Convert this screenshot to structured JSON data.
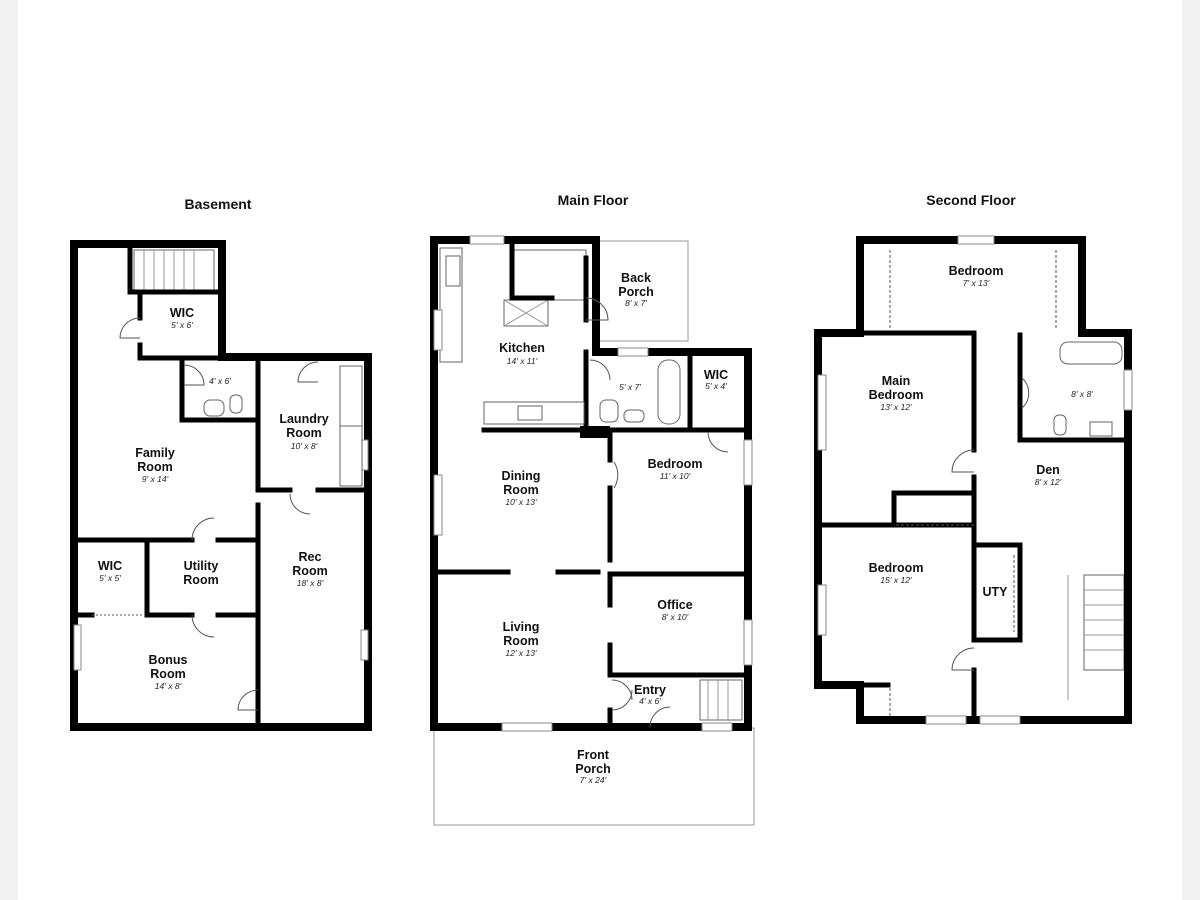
{
  "floors": {
    "basement": {
      "title": "Basement",
      "rooms": [
        {
          "name": "WIC",
          "dim": "5' x 6'"
        },
        {
          "name": "",
          "dim": "4' x 6'"
        },
        {
          "name": "Laundry Room",
          "dim": "10' x 8'"
        },
        {
          "name": "Family Room",
          "dim": "9' x 14'"
        },
        {
          "name": "WIC",
          "dim": "5' x 5'"
        },
        {
          "name": "Utility Room",
          "dim": ""
        },
        {
          "name": "Rec Room",
          "dim": "18' x 8'"
        },
        {
          "name": "Bonus Room",
          "dim": "14' x 8'"
        }
      ]
    },
    "main": {
      "title": "Main Floor",
      "rooms": [
        {
          "name": "Kitchen",
          "dim": "14' x 11'"
        },
        {
          "name": "Back Porch",
          "dim": "8' x 7'"
        },
        {
          "name": "",
          "dim": "5' x 7'"
        },
        {
          "name": "WIC",
          "dim": "5' x 4'"
        },
        {
          "name": "Dining Room",
          "dim": "10' x 13'"
        },
        {
          "name": "Bedroom",
          "dim": "11' x 10'"
        },
        {
          "name": "Office",
          "dim": "8' x 10'"
        },
        {
          "name": "Living Room",
          "dim": "12' x 13'"
        },
        {
          "name": "Entry",
          "dim": "4' x 6'"
        },
        {
          "name": "Front Porch",
          "dim": "7' x 24'"
        }
      ]
    },
    "second": {
      "title": "Second Floor",
      "rooms": [
        {
          "name": "Bedroom",
          "dim": "7' x 13'"
        },
        {
          "name": "Main Bedroom",
          "dim": "13' x 12'"
        },
        {
          "name": "",
          "dim": "8' x 8'"
        },
        {
          "name": "Den",
          "dim": "8' x 12'"
        },
        {
          "name": "Bedroom",
          "dim": "15' x 12'"
        },
        {
          "name": "UTY",
          "dim": ""
        }
      ]
    }
  }
}
